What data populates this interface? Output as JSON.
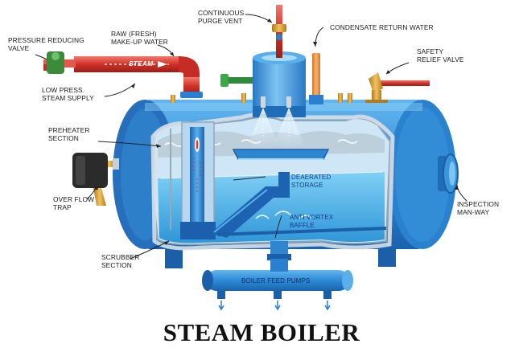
{
  "title": "STEAM BOILER",
  "labels": {
    "continuous_purge_vent": "CONTINUOUS\nPURGE VENT",
    "condensate_return_water": "CONDENSATE RETURN WATER",
    "pressure_reducing_valve": "PRESSURE REDUCING\nVALVE",
    "raw_makeup_water": "RAW (FRESH)\nMAKE-UP WATER",
    "steam": "STEAM",
    "safety_relief_valve": "SAFETY\nRELIEF VALVE",
    "low_press_steam_supply": "LOW PRESS.\nSTEAM SUPPLY",
    "preheater_section": "PREHEATER\nSECTION",
    "deaerated_storage": "DEAERATED\nSTORAGE",
    "over_flow_trap": "OVER FLOW\nTRAP",
    "anti_vortex_baffle": "ANTI VORTEX\nBAFFLE",
    "inspection_manway": "INSPECTION\nMAN-WAY",
    "scrubber_section": "SCRUBBER\nSECTION",
    "boiler_feed_pumps": "BOILER FEED PUMPS"
  },
  "colors": {
    "shell": "#2f8fd8",
    "shell_dark": "#1f6fb8",
    "water": "#4fb8ee",
    "steam_pipe": "#d2322b",
    "leader": "#222222"
  }
}
